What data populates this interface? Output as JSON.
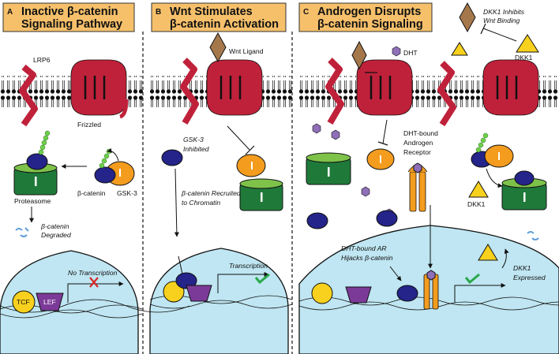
{
  "panels": [
    {
      "letter": "A",
      "title_line1": "Inactive β-catenin",
      "title_line2": "Signaling Pathway"
    },
    {
      "letter": "B",
      "title_line1": "Wnt Stimulates",
      "title_line2": "β-catenin Activation"
    },
    {
      "letter": "C",
      "title_line1": "Androgen Disrupts",
      "title_line2": "β-catenin Signaling"
    }
  ],
  "labels": {
    "lrp6": "LRP6",
    "frizzled": "Frizzled",
    "proteasome": "Proteasome",
    "beta_catenin": "β-catenin",
    "gsk3": "GSK-3",
    "degraded_1": "β-catenin",
    "degraded_2": "Degraded",
    "tcf": "TCF",
    "lef": "LEF",
    "no_transcription": "No Transcription",
    "wnt_ligand": "Wnt Ligand",
    "gsk3_inhibited_1": "GSK-3",
    "gsk3_inhibited_2": "Inhibited",
    "recruited_1": "β-catenin Recruited",
    "recruited_2": "to Chromatin",
    "transcription": "Transcription",
    "dht": "DHT",
    "dkk1_top": "DKK1",
    "dkk1_inhibits_1": "DKK1 Inhibits",
    "dkk1_inhibits_2": "Wnt Binding",
    "dht_bound_1": "DHT-bound",
    "dht_bound_2": "Androgen",
    "dht_bound_3": "Receptor",
    "dkk1_mid": "DKK1",
    "hijack_1": "DHT-bound AR",
    "hijack_2": "Hijacks β-catenin",
    "dkk1_expr_1": "DKK1",
    "dkk1_expr_2": "Expressed"
  },
  "colors": {
    "panel_title_bg": "#f6c06b",
    "receptor": "#c0213a",
    "wnt": "#a5784c",
    "beta_catenin": "#24248a",
    "gsk3": "#f39c1e",
    "proteasome": "#1f7a3a",
    "phosphate": "#6fcf4a",
    "nucleus": "#bfe6f2",
    "tcf": "#f7d11e",
    "lef": "#7c3a98",
    "dht": "#8f6fb8",
    "dkk1": "#f7d11e",
    "check": "#2aa84a",
    "cross": "#d62828"
  },
  "icons": [
    "membrane-icon",
    "receptor-icon",
    "proteasome-icon",
    "dna-icon",
    "check-icon",
    "cross-icon",
    "inhibit-arrow-icon"
  ]
}
